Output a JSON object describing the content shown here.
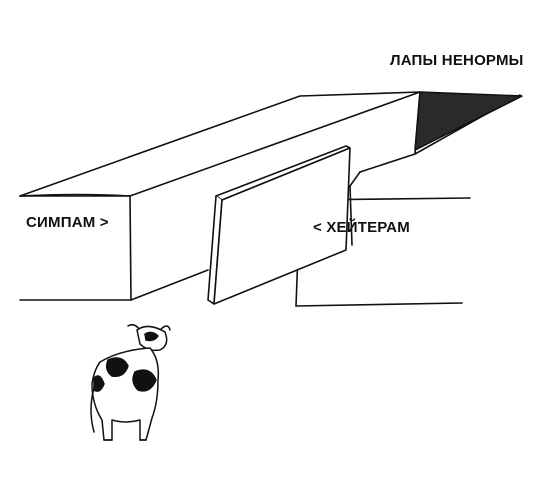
{
  "labels": {
    "top_right": "ЛАПЫ НЕНОРМЫ",
    "left": "СИМПАМ >",
    "right": "< ХЕЙТЕРАМ"
  },
  "colors": {
    "ink": "#111111",
    "background": "#ffffff",
    "shadow": "#2a2a2a"
  }
}
